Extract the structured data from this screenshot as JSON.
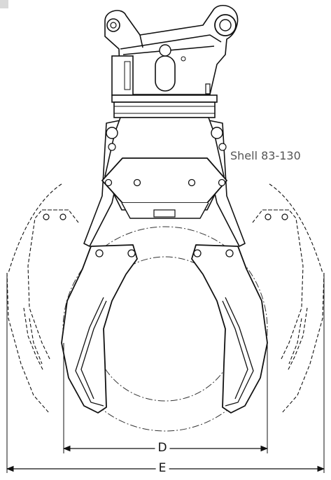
{
  "diagram": {
    "model_label": "Shell 83-130",
    "dimension_d": "D",
    "dimension_e": "E"
  },
  "colors": {
    "line": "#111111",
    "label": "#555555",
    "background": "#ffffff"
  }
}
